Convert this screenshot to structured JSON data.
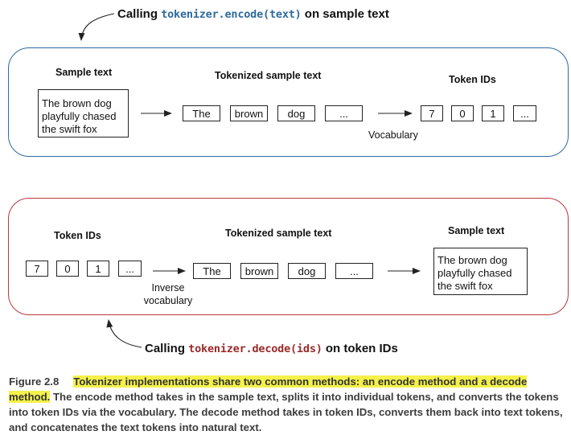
{
  "encode": {
    "callout": {
      "prefix": "Calling",
      "code": "tokenizer.encode(text)",
      "suffix": "on sample text"
    },
    "sample_header": "Sample text",
    "sample_lines": [
      "The brown dog",
      "playfully chased",
      "the swift fox"
    ],
    "tokenized_header": "Tokenized sample text",
    "tokens": [
      "The",
      "brown",
      "dog",
      "..."
    ],
    "ids_header": "Token IDs",
    "ids": [
      "7",
      "0",
      "1",
      "..."
    ],
    "vocab_label": "Vocabulary"
  },
  "decode": {
    "callout": {
      "prefix": "Calling",
      "code": "tokenizer.decode(ids)",
      "suffix": "on token IDs"
    },
    "ids_header": "Token IDs",
    "ids": [
      "7",
      "0",
      "1",
      "..."
    ],
    "tokenized_header": "Tokenized sample text",
    "tokens": [
      "The",
      "brown",
      "dog",
      "..."
    ],
    "vocab_label_lines": [
      "Inverse",
      "vocabulary"
    ],
    "sample_header": "Sample text",
    "sample_lines": [
      "The brown dog",
      "playfully chased",
      "the swift fox"
    ]
  },
  "caption": {
    "figure_label": "Figure 2.8",
    "highlight": "Tokenizer implementations share two common methods: an encode method and a decode method.",
    "rest": "The encode method takes in the sample text, splits it into individual tokens, and converts the tokens into token IDs via the vocabulary. The decode method takes in token IDs, converts them back into text tokens, and concatenates the text tokens into natural text."
  },
  "colors": {
    "encode_border": "#2f6aa3",
    "decode_border": "#b8393d",
    "code_blue": "#2e6a9e",
    "code_red": "#9b2a2a",
    "highlight": "#f4f14a"
  }
}
